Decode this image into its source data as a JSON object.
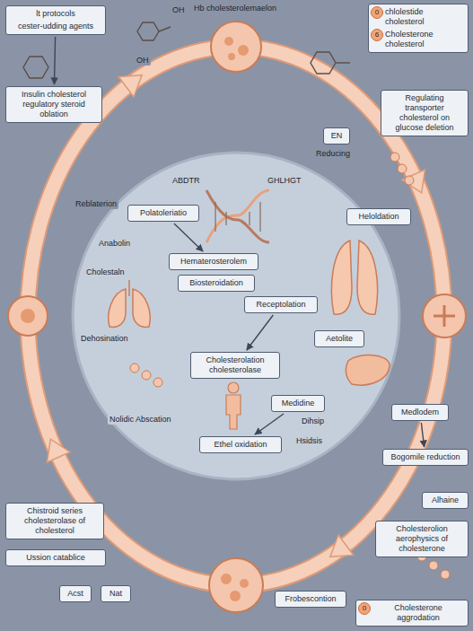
{
  "diagram": {
    "nodes": [
      {
        "text": [
          "lt protocols",
          "cester-udding agents"
        ]
      },
      {
        "text": [
          "chlolestide cholesterol",
          "Cholesterone cholesterol"
        ]
      },
      {
        "text": [
          "Insulin cholesterol regulatory steroid oblation"
        ]
      },
      {
        "text": [
          "Regulating transporter cholesterol on glucose deletion"
        ]
      },
      {
        "text": [
          "EN"
        ]
      },
      {
        "text": [
          "Polatoleriatio"
        ]
      },
      {
        "text": [
          "Hematerosterolem"
        ]
      },
      {
        "text": [
          "Biosteroidation"
        ]
      },
      {
        "text": [
          "Heloldation"
        ]
      },
      {
        "text": [
          "Receptolation"
        ]
      },
      {
        "text": [
          "Cholesterolation cholesterolase"
        ]
      },
      {
        "text": [
          "Aetolite"
        ]
      },
      {
        "text": [
          "Medidine"
        ]
      },
      {
        "text": [
          "Ethel oxidation"
        ]
      },
      {
        "text": [
          "Medlodem"
        ]
      },
      {
        "text": [
          "Bogomile reduction"
        ]
      },
      {
        "text": [
          "Alhaine"
        ]
      },
      {
        "text": [
          "Cholesterolion aerophysics of cholesterone"
        ]
      },
      {
        "text": [
          "Chistroid series cholesterolase of cholesterol"
        ]
      },
      {
        "text": [
          "Ussion catablice"
        ]
      },
      {
        "text": [
          "Acst"
        ]
      },
      {
        "text": [
          "Nat"
        ]
      },
      {
        "text": [
          "Frobescontion"
        ]
      },
      {
        "text": [
          "Cholesterone aggrodation"
        ]
      }
    ],
    "edges": [
      {
        "from": 0,
        "to": 2,
        "arrow": "to"
      },
      {
        "from": 5,
        "to": 6,
        "arrow": "to"
      },
      {
        "from": 9,
        "to": 10,
        "arrow": "to"
      },
      {
        "from": 12,
        "to": 13,
        "arrow": "to"
      },
      {
        "from": 14,
        "to": 15,
        "arrow": "to"
      }
    ],
    "labels": [
      "Hb cholesterolemaelon",
      "OH",
      "OH",
      "0",
      "6",
      "ABDTR",
      "GHLHGT",
      "Reducing",
      "Reblaterion",
      "Anabolin",
      "Cholestaln",
      "Dehosination",
      "Nolidic Abscation",
      "Dihsip",
      "Hsidsis",
      "0"
    ]
  }
}
